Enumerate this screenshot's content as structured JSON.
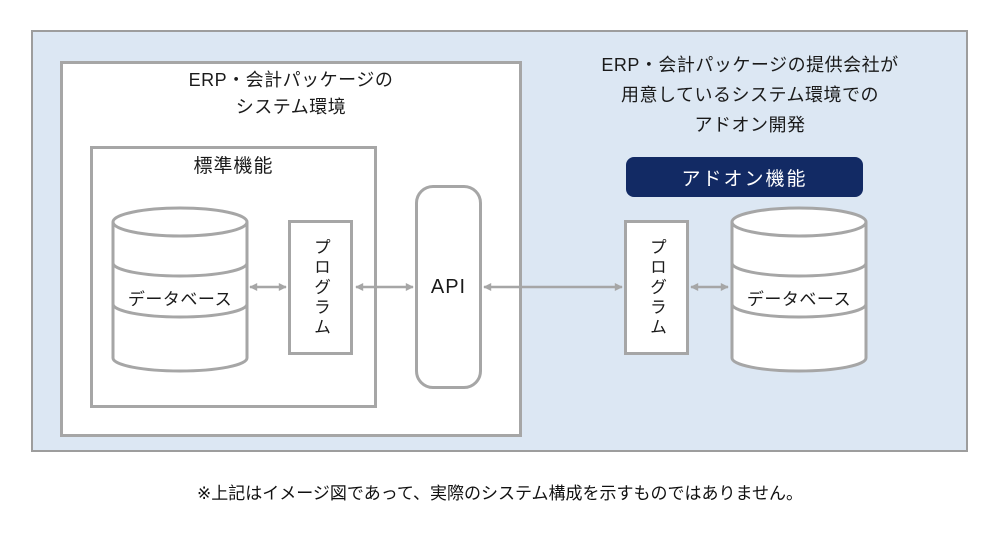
{
  "colors": {
    "panel_background": "#dce7f3",
    "panel_border": "#9d9d9d",
    "box_border": "#a6a6a6",
    "arrow": "#a6a6a6",
    "addon_badge_background": "#122a64",
    "addon_badge_text": "#ffffff",
    "text": "#1a1a1a"
  },
  "left_panel": {
    "title_lines": [
      "ERP・会計パッケージの",
      "システム環境"
    ],
    "standard_label": "標準機能",
    "database_label": "データベース",
    "program_label": "プログラム"
  },
  "api_label": "API",
  "right_panel": {
    "title_lines": [
      "ERP・会計パッケージの提供会社が",
      "用意しているシステム環境での",
      "アドオン開発"
    ],
    "badge_label": "アドオン機能",
    "program_label": "プログラム",
    "database_label": "データベース"
  },
  "footnote": "※上記はイメージ図であって、実際のシステム構成を示すものではありません。"
}
